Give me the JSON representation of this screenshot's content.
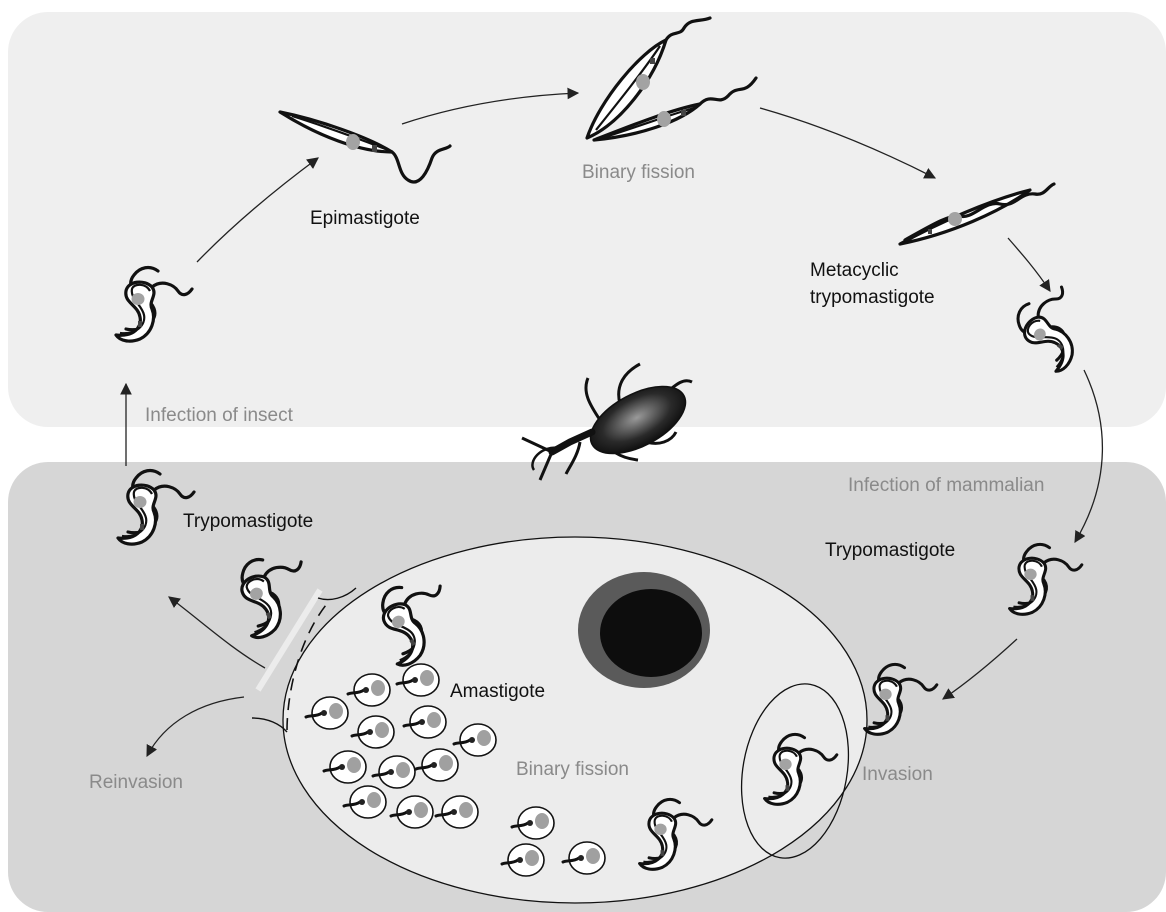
{
  "colors": {
    "insect_panel": "#efefef",
    "mammal_panel": "#d6d6d6",
    "host_cell": "#ececec",
    "cell_nucleus_outer": "#5a5a5a",
    "cell_nucleus_inner": "#0d0d0d",
    "label_dark": "#111111",
    "label_gray": "#8a8a8a"
  },
  "labels": {
    "epimastigote": "Epimastigote",
    "binary_fission_insect": "Binary fission",
    "metacyclic_line1": "Metacyclic",
    "metacyclic_line2": "trypomastigote",
    "infection_of_insect": "Infection of insect",
    "infection_of_mammalian": "Infection of mammalian",
    "trypomastigote_left": "Trypomastigote",
    "trypomastigote_right": "Trypomastigote",
    "amastigote": "Amastigote",
    "binary_fission_cell": "Binary fission",
    "invasion": "Invasion",
    "reinvasion": "Reinvasion"
  },
  "icons": {
    "vector": "triatomine-bug-icon",
    "parasite": "trypanosome-icon",
    "amastigote": "amastigote-icon"
  }
}
